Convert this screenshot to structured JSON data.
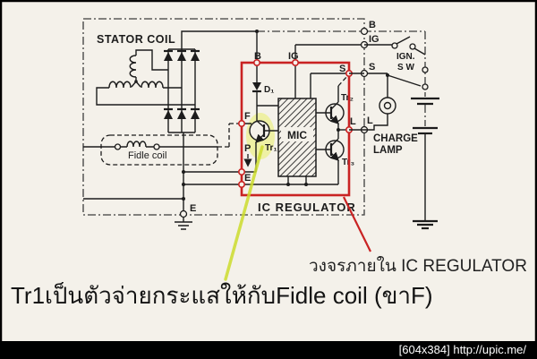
{
  "labels": {
    "stator_coil": "STATOR COIL",
    "fidle_coil": "Fidle coil",
    "mic": "MIC",
    "ic_regulator": "IC REGULATOR",
    "d1": "D₁",
    "tr1": "Tr₁",
    "tr2": "Tr₂",
    "tr3": "Tr₃",
    "b_box": "B",
    "ig_box": "IG",
    "b_term": "B",
    "ig_term": "IG",
    "s_box": "S",
    "s_term": "S",
    "l_box": "L",
    "l_term": "L",
    "f_pin": "F",
    "p_pin": "P",
    "e_pin": "E",
    "e_term": "E",
    "ign_switch_line1": "IGN.",
    "ign_switch_line2": "S W",
    "charge_lamp_line1": "CHARGE",
    "charge_lamp_line2": "LAMP"
  },
  "annotations": {
    "internal_caption": "วงจรภายใน IC REGULATOR",
    "tr1_note": "Tr1เป็นตัวจ่ายกระแสให้กับFidle coil (ขาF)"
  },
  "watermark": {
    "text": "[604x384] http://upic.me/"
  },
  "colors": {
    "background": "#f4f1ea",
    "line": "#1c1c1c",
    "highlight_red": "#c92323",
    "highlight_yellow": "#cddd2e",
    "watermark_bg": "#000000",
    "watermark_text": "#ffffff"
  }
}
